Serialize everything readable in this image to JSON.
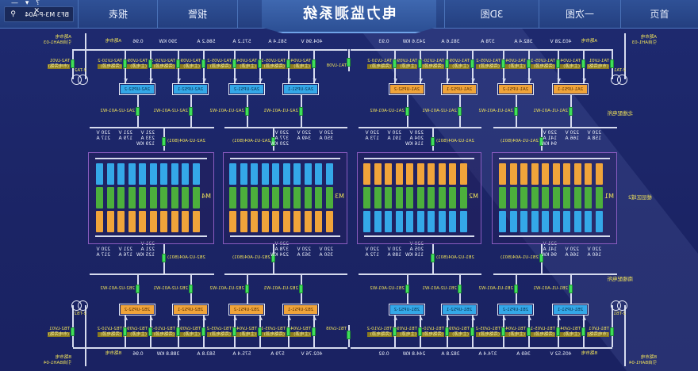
{
  "nav": {
    "home": "首页",
    "primary": "一次图",
    "view3d": "3D图",
    "title": "电力监测系统",
    "alarm": "报警",
    "report": "报表",
    "search_value": "BF3 M3-P-A04",
    "window_controls": "? ▾ — ✕"
  },
  "colors": {
    "orange": "#f0a43a",
    "green": "#4caf3c",
    "blue": "#34a8e8",
    "bus": "#d6dbee",
    "label": "#f0e25a"
  },
  "top": {
    "area_label": "北楼配电所",
    "tie_breaker": "TA1-LV08",
    "halves": [
      {
        "source": "A路市电",
        "source_ref": "引自AH1-03",
        "transformer": "2-TA1",
        "tr_breaker": {
          "name": "TA1-LV01",
          "desc": "(市电旁路)"
        },
        "bus_values": [
          "A路市电",
          "403.28 V",
          "382.4 A",
          "378 A",
          "381.6 A",
          "243.6 KW",
          "0.93"
        ],
        "ups": [
          {
            "name": "2A1-UPS1-1",
            "color": "orange",
            "breakers": [
              {
                "name": "TA1-LV04-1",
                "desc": "(主电源)"
              },
              {
                "name": "TA1-LV05-1",
                "desc": "(旁路电源)"
              }
            ],
            "cable": "2A1-U1-A01-W1"
          },
          {
            "name": "2A1-UPS1-2",
            "color": "orange",
            "breakers": [
              {
                "name": "TA1-LV04-2",
                "desc": "(主电源)"
              },
              {
                "name": "TA1-LV05-2",
                "desc": "(旁路电源)"
              }
            ],
            "cable": "2A1-U1-A01-W2"
          },
          {
            "name": "2A1-UPS2-1",
            "color": "orange",
            "breakers": [
              {
                "name": "TA1-LV09-1",
                "desc": "(主电源)"
              },
              {
                "name": "TA1-LV10-1",
                "desc": "(旁路电源)"
              }
            ],
            "cable": "2A1-U2-A01-W1"
          },
          {
            "name": "2A1-UPS2-2",
            "color": "orange",
            "breakers": [
              {
                "name": "TA1-LV09-2",
                "desc": "(主电源)"
              },
              {
                "name": "TA1-LV10-2",
                "desc": "(旁路电源)"
              }
            ],
            "cable": "2A1-U2-A01-W2"
          }
        ],
        "feeders": [
          {
            "label": "2A1-U1-A04(B01)",
            "readings": [
              [
                "220 V",
                "158 A"
              ],
              [
                "220 V",
                "166 A"
              ],
              [
                "220 V",
                "141 A",
                "94 KW"
              ]
            ]
          },
          {
            "label": "2A1-U2-A04(B01)",
            "readings": [
              [
                "220 V",
                "204 A",
                "116 KW"
              ],
              [
                "220 V",
                "191 A"
              ],
              [
                "220 V",
                "173 A"
              ]
            ]
          }
        ]
      },
      {
        "source": "A路市电",
        "source_ref": "引自BAH1-03",
        "transformer": "2-TA2",
        "tr_breaker": {
          "name": "TA2-LV01",
          "desc": "(市电旁路)"
        },
        "bus_values": [
          "404.96 V",
          "581.4 A",
          "571.2 A",
          "586.2 A",
          "390 KW",
          "0.96",
          "A路市电"
        ],
        "ups": [
          {
            "name": "2A2-UPS1-1",
            "color": "blue",
            "breakers": [
              {
                "name": "TA2-LV04-1",
                "desc": "(主电源)"
              },
              {
                "name": "TA2-LV05-1",
                "desc": "(旁路电源)"
              }
            ],
            "cable": "2A2-U1-A01-W1"
          },
          {
            "name": "2A2-UPS1-2",
            "color": "blue",
            "breakers": [
              {
                "name": "TA2-LV04-2",
                "desc": "(主电源)"
              },
              {
                "name": "TA2-LV05-2",
                "desc": "(旁路电源)"
              }
            ],
            "cable": "2A2-U1-A01-W2"
          },
          {
            "name": "2A2-UPS2-1",
            "color": "blue",
            "breakers": [
              {
                "name": "TA2-LV09-1",
                "desc": "(主电源)"
              },
              {
                "name": "TA2-LV10-1",
                "desc": "(旁路电源)"
              }
            ],
            "cable": "2A2-U2-A01-W1"
          },
          {
            "name": "2A2-UPS2-2",
            "color": "blue",
            "breakers": [
              {
                "name": "TA2-LV09-2",
                "desc": "(主电源)"
              },
              {
                "name": "TA2-LV10-2",
                "desc": "(旁路电源)"
              }
            ],
            "cable": "2A2-U2-A01-W2"
          }
        ],
        "feeders": [
          {
            "label": "2A2-U1-A04(B01)",
            "readings": [
              [
                "220 V",
                "350 A"
              ],
              [
                "220 V",
                "349 A"
              ],
              [
                "220 V",
                "377 A",
                "220 KW"
              ]
            ]
          },
          {
            "label": "2A2-U2-A04(B01)",
            "readings": [
              [
                "221 V",
                "233 A",
                "129 KW"
              ],
              [
                "221 V",
                "179 A"
              ],
              [
                "220 V",
                "217 A"
              ]
            ]
          }
        ]
      }
    ]
  },
  "racks": {
    "area_label": "楼层区域2",
    "blocks": [
      {
        "name": "M1",
        "order": [
          "orange",
          "green",
          "blue"
        ]
      },
      {
        "name": "M2",
        "order": [
          "orange",
          "green",
          "blue"
        ]
      },
      {
        "name": "M3",
        "order": [
          "blue",
          "green",
          "orange"
        ]
      },
      {
        "name": "M4",
        "order": [
          "blue",
          "green",
          "orange"
        ]
      }
    ]
  },
  "bottom": {
    "area_label": "南楼配电所",
    "tie_breaker": "TB1-LV08",
    "halves": [
      {
        "source": "B路市电",
        "source_ref": "引自BAH1-04",
        "transformer": "2-TB1",
        "tr_breaker": {
          "name": "TB1-LV01",
          "desc": "(市电旁路)"
        },
        "bus_values": [
          "B路市电",
          "405.52 V",
          "369 A",
          "374.4 A",
          "382.8 A",
          "244.8 KW",
          "0.92"
        ],
        "ups": [
          {
            "name": "2B1-UPS1-1",
            "color": "blue",
            "breakers": [
              {
                "name": "TB1-LV04-1",
                "desc": "(主电源)"
              },
              {
                "name": "TB1-LV05-1",
                "desc": "(旁路电源)"
              }
            ],
            "cable": "2B1-U1-A01-W1"
          },
          {
            "name": "2B1-UPS1-2",
            "color": "blue",
            "breakers": [
              {
                "name": "TB1-LV04-2",
                "desc": "(主电源)"
              },
              {
                "name": "TB1-LV05-2",
                "desc": "(旁路电源)"
              }
            ],
            "cable": "2B1-U1-A01-W2"
          },
          {
            "name": "2B1-UPS2-1",
            "color": "blue",
            "breakers": [
              {
                "name": "TB1-LV09-1",
                "desc": "(主电源)"
              },
              {
                "name": "TB1-LV10-1",
                "desc": "(旁路电源)"
              }
            ],
            "cable": "2B1-U2-A01-W1"
          },
          {
            "name": "2B1-UPS2-2",
            "color": "blue",
            "breakers": [
              {
                "name": "TB1-LV09-2",
                "desc": "(主电源)"
              },
              {
                "name": "TB1-LV10-2",
                "desc": "(旁路电源)"
              }
            ],
            "cable": "2B1-U2-A01-W2"
          }
        ],
        "feeders": [
          {
            "label": "2B1-U1-A04(B01)",
            "readings": [
              [
                "220 V",
                "160 A"
              ],
              [
                "220 V",
                "166 A"
              ],
              [
                "221 V",
                "141 A",
                "96 KW"
              ]
            ]
          },
          {
            "label": "2B1-U2-A04(B01)",
            "readings": [
              [
                "220 V",
                "205 A",
                "116 KW"
              ],
              [
                "220 V",
                "189 A"
              ],
              [
                "220 V",
                "172 A"
              ]
            ]
          }
        ]
      },
      {
        "source": "B路市电",
        "source_ref": "引自BAH1-04",
        "transformer": "2-TB2",
        "tr_breaker": {
          "name": "TB2-LV01",
          "desc": "(市电旁路)"
        },
        "bus_values": [
          "402.76 V",
          "579 A",
          "575.4 A",
          "583.8 A",
          "388.8 KW",
          "0.96",
          "B路市电"
        ],
        "ups": [
          {
            "name": "2B2-UPS1-1",
            "color": "orange",
            "breakers": [
              {
                "name": "TB2-LV04-1",
                "desc": "(主电源)"
              },
              {
                "name": "TB2-LV05-1",
                "desc": "(旁路电源)"
              }
            ],
            "cable": "2B2-U1-A01-W1"
          },
          {
            "name": "2B2-UPS1-2",
            "color": "orange",
            "breakers": [
              {
                "name": "TB2-LV04-2",
                "desc": "(主电源)"
              },
              {
                "name": "TB2-LV05-2",
                "desc": "(旁路电源)"
              }
            ],
            "cable": "2B2-U1-A01-W2"
          },
          {
            "name": "2B2-UPS2-1",
            "color": "orange",
            "breakers": [
              {
                "name": "TB2-LV09-1",
                "desc": "(主电源)"
              },
              {
                "name": "TB2-LV10-1",
                "desc": "(旁路电源)"
              }
            ],
            "cable": "2B2-U2-A01-W1"
          },
          {
            "name": "2B2-UPS2-2",
            "color": "orange",
            "breakers": [
              {
                "name": "TB2-LV09-2",
                "desc": "(主电源)"
              },
              {
                "name": "TB2-LV10-2",
                "desc": "(旁路电源)"
              }
            ],
            "cable": "2B2-U2-A01-W2"
          }
        ],
        "feeders": [
          {
            "label": "2B2-U1-A04(B01)",
            "readings": [
              [
                "220 V",
                "350 A"
              ],
              [
                "220 V",
                "363 A"
              ],
              [
                "220 V",
                "378 A",
                "224 KW"
              ]
            ]
          },
          {
            "label": "2B2-U2-A04(B01)",
            "readings": [
              [
                "221 V",
                "221 A",
                "125 KW"
              ],
              [
                "221 V",
                "176 A"
              ],
              [
                "220 V",
                "217 A"
              ]
            ]
          }
        ]
      }
    ]
  }
}
